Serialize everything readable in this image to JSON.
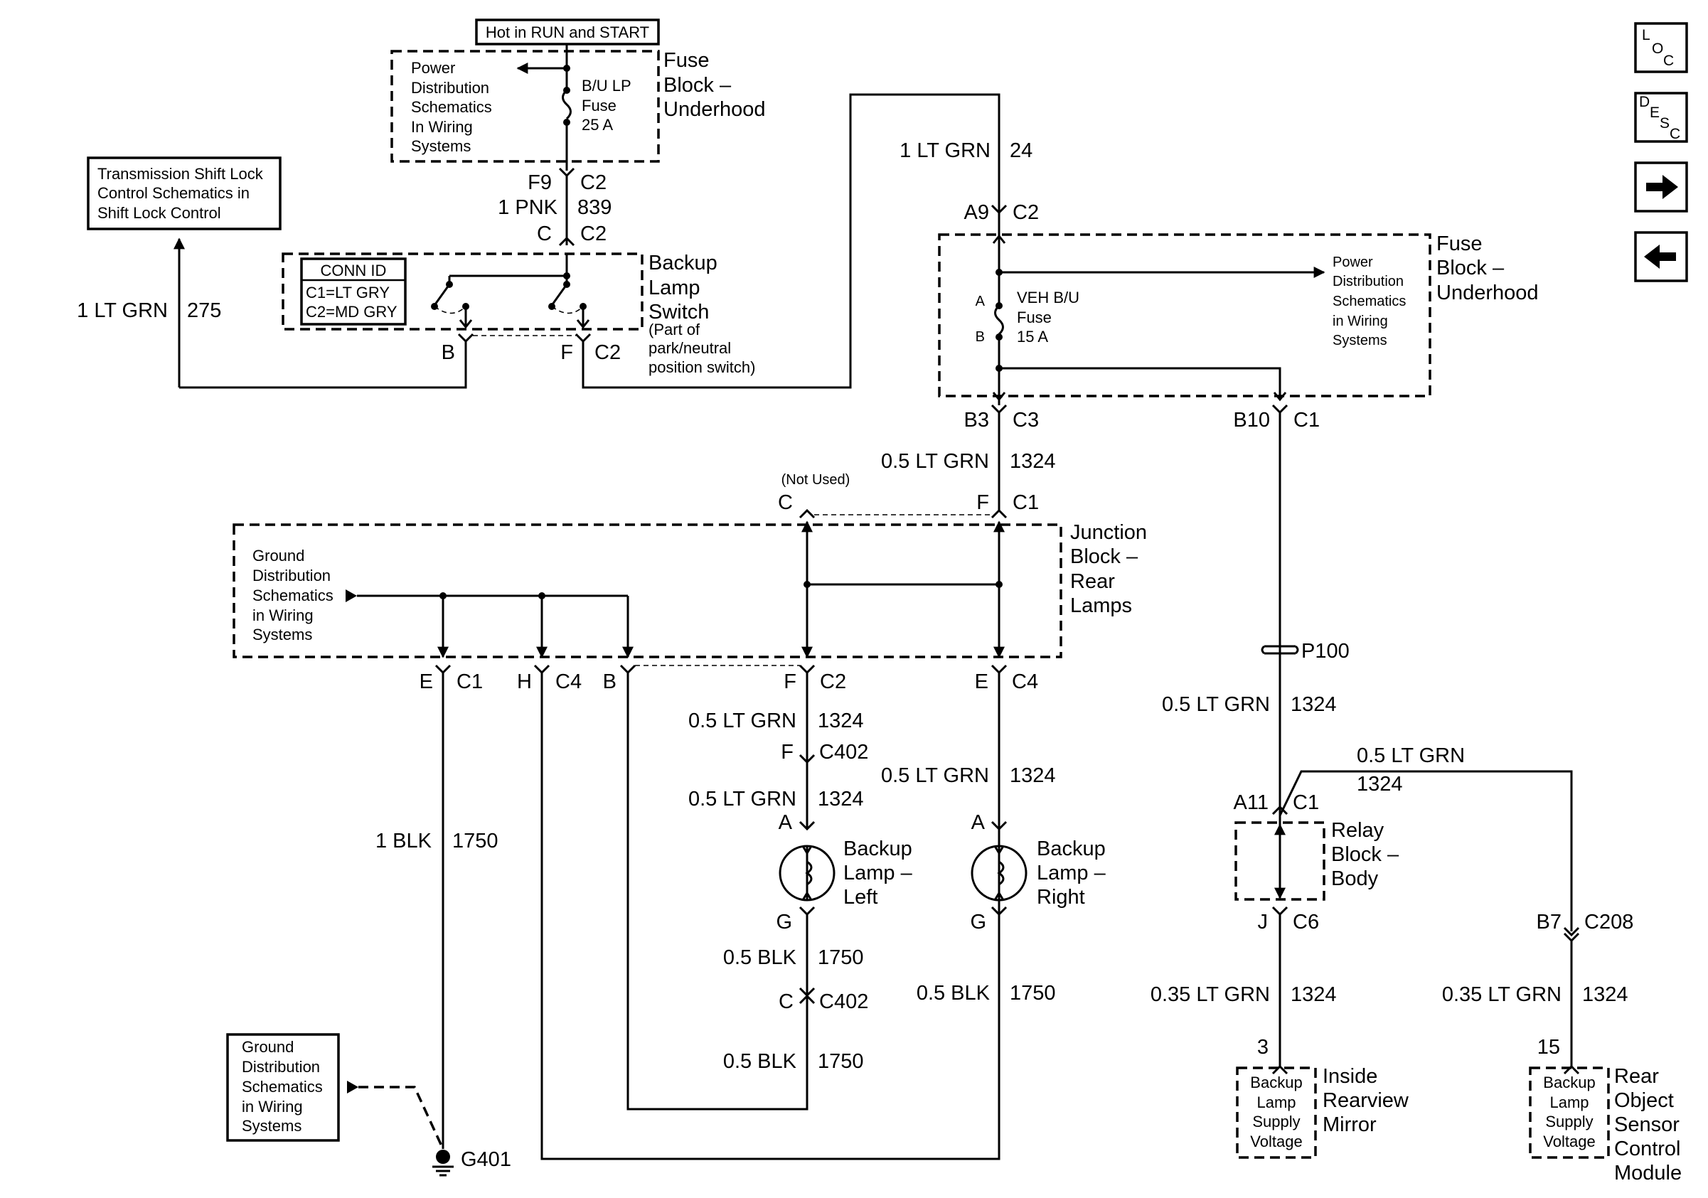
{
  "header": {
    "hot_label": "Hot in RUN and START"
  },
  "nav": {
    "loc": [
      "L",
      "O",
      "C"
    ],
    "desc": [
      "D",
      "E",
      "S",
      "C"
    ],
    "next_icon": "arrow-right-icon",
    "prev_icon": "arrow-left-icon"
  },
  "fuse_block_top": {
    "title": [
      "Fuse",
      "Block –",
      "Underhood"
    ],
    "note": [
      "Power",
      "Distribution",
      "Schematics",
      "In Wiring",
      "Systems"
    ],
    "fuse": [
      "B/U LP",
      "Fuse",
      "25 A"
    ],
    "pin": "F9",
    "conn": "C2"
  },
  "shift_lock_note": [
    "Transmission Shift Lock",
    "Control Schematics in",
    "Shift Lock Control"
  ],
  "switch": {
    "title": [
      "Backup",
      "Lamp",
      "Switch"
    ],
    "subtitle": [
      "(Part of",
      "park/neutral",
      "position switch)"
    ],
    "conn_id": [
      "CONN ID",
      "C1=LT GRY",
      "C2=MD GRY"
    ],
    "in_pin": "C",
    "in_conn": "C2",
    "out_b": "B",
    "out_f": "F",
    "out_conn": "C2"
  },
  "wires": {
    "w839": {
      "gauge": "1 PNK",
      "circuit": "839"
    },
    "w275": {
      "gauge": "1 LT GRN",
      "circuit": "275"
    },
    "w24": {
      "gauge": "1 LT GRN",
      "circuit": "24"
    },
    "w1324a": {
      "gauge": "0.5 LT GRN",
      "circuit": "1324"
    },
    "w1324b": {
      "gauge": "0.5 LT GRN",
      "circuit": "1324"
    },
    "w1324c": {
      "gauge": "0.5 LT GRN",
      "circuit": "1324"
    },
    "w1324d": {
      "gauge": "0.5 LT GRN",
      "circuit": "1324"
    },
    "w1324e": {
      "gauge": "0.5 LT GRN",
      "circuit": "1324"
    },
    "w1324f": {
      "gauge": "0.5 LT GRN",
      "circuit": "1324"
    },
    "w1324g": {
      "gauge": "0.35 LT GRN",
      "circuit": "1324"
    },
    "w1324h": {
      "gauge": "0.35 LT GRN",
      "circuit": "1324"
    },
    "w1750a": {
      "gauge": "1 BLK",
      "circuit": "1750"
    },
    "w1750b": {
      "gauge": "0.5 BLK",
      "circuit": "1750"
    },
    "w1750c": {
      "gauge": "0.5 BLK",
      "circuit": "1750"
    },
    "w1750d": {
      "gauge": "0.5 BLK",
      "circuit": "1750"
    }
  },
  "fuse_block_right": {
    "title": [
      "Fuse",
      "Block –",
      "Underhood"
    ],
    "note": [
      "Power",
      "Distribution",
      "Schematics",
      "in Wiring",
      "Systems"
    ],
    "fuse": [
      "VEH B/U",
      "Fuse",
      "15 A"
    ],
    "fuse_a": "A",
    "fuse_b": "B",
    "in_pin": "A9",
    "in_conn": "C2",
    "out_b3": "B3",
    "out_c3": "C3",
    "out_b10": "B10",
    "out_c1": "C1"
  },
  "junction_block": {
    "title": [
      "Junction",
      "Block –",
      "Rear",
      "Lamps"
    ],
    "note": [
      "Ground",
      "Distribution",
      "Schematics",
      "in Wiring",
      "Systems"
    ],
    "not_used": "(Not Used)",
    "in_c": "C",
    "in_f": "F",
    "in_c1": "C1",
    "out_e": "E",
    "out_ec": "C1",
    "out_h": "H",
    "out_hc": "C4",
    "out_b": "B",
    "out_f": "F",
    "out_fc": "C2",
    "out_e2": "E",
    "out_e2c": "C4"
  },
  "c402": {
    "f": "F",
    "f_conn": "C402",
    "c": "C",
    "c_conn": "C402"
  },
  "lamp_left": {
    "title": [
      "Backup",
      "Lamp –",
      "Left"
    ],
    "a": "A",
    "g": "G"
  },
  "lamp_right": {
    "title": [
      "Backup",
      "Lamp –",
      "Right"
    ],
    "a": "A",
    "g": "G"
  },
  "ground_note": [
    "Ground",
    "Distribution",
    "Schematics",
    "in Wiring",
    "Systems"
  ],
  "ground": {
    "label": "G401"
  },
  "splice": {
    "label": "P100"
  },
  "relay_block": {
    "title": [
      "Relay",
      "Block –",
      "Body"
    ],
    "in_pin": "A11",
    "in_conn": "C1",
    "out_pin": "J",
    "out_conn": "C6"
  },
  "branch_c208": {
    "pin": "B7",
    "conn": "C208"
  },
  "mirror": {
    "pin": "3",
    "box": [
      "Backup",
      "Lamp",
      "Supply",
      "Voltage"
    ],
    "title": [
      "Inside",
      "Rearview",
      "Mirror"
    ]
  },
  "ros_module": {
    "pin": "15",
    "box": [
      "Backup",
      "Lamp",
      "Supply",
      "Voltage"
    ],
    "title": [
      "Rear",
      "Object",
      "Sensor",
      "Control",
      "Module"
    ]
  }
}
